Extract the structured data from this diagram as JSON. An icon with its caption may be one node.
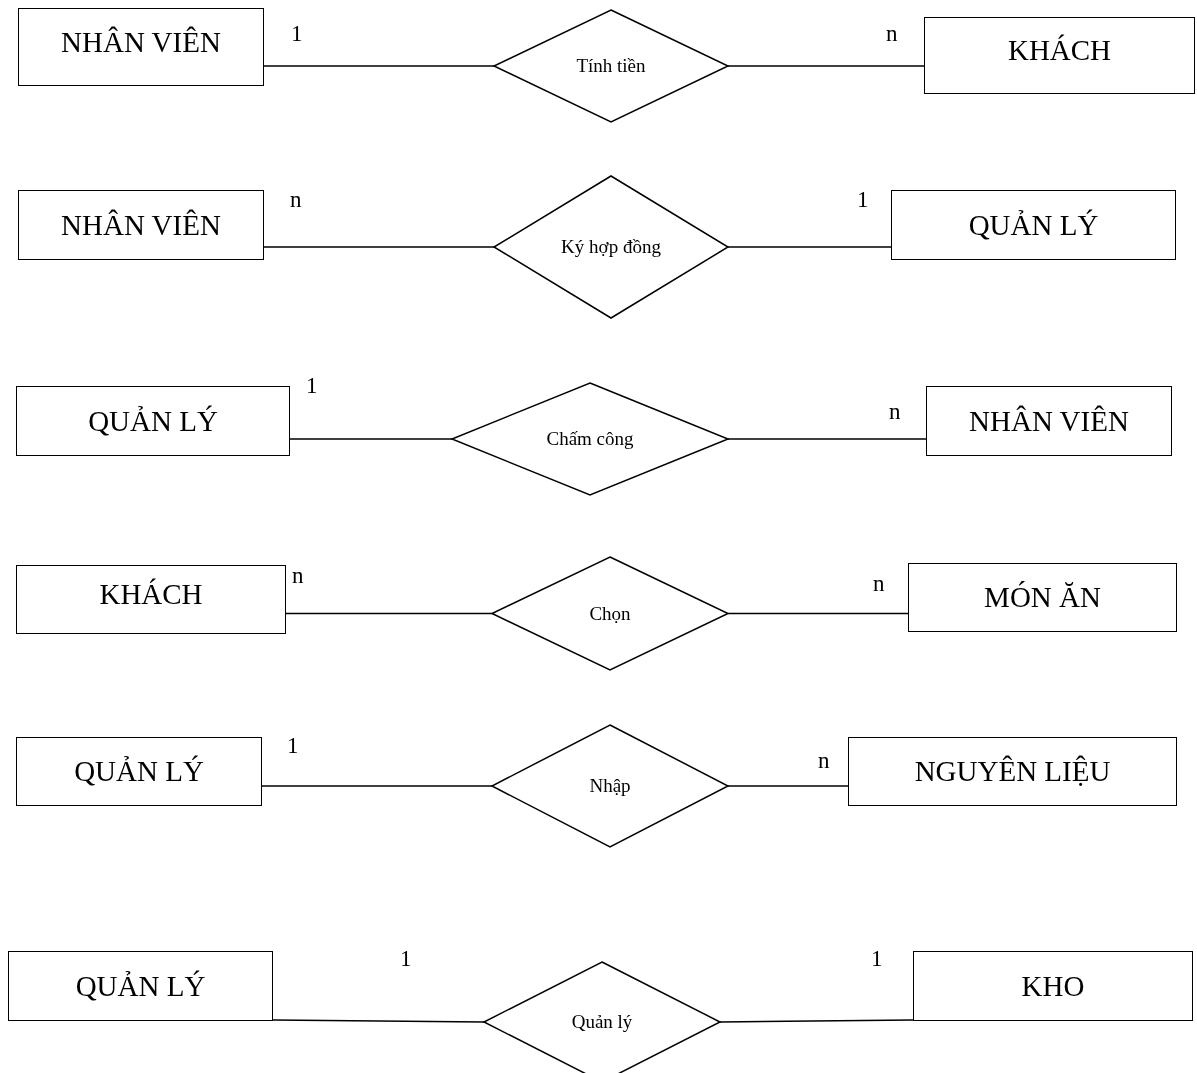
{
  "diagram": {
    "nodes": [
      {
        "text": [
          "NHÂN VIÊN"
        ]
      },
      {
        "text": [
          "Tính tiền"
        ]
      },
      {
        "text": [
          "KHÁCH"
        ]
      },
      {
        "text": [
          "NHÂN VIÊN"
        ]
      },
      {
        "text": [
          "Ký hợp đồng"
        ]
      },
      {
        "text": [
          "QUẢN LÝ"
        ]
      },
      {
        "text": [
          "QUẢN LÝ"
        ]
      },
      {
        "text": [
          "Chấm công"
        ]
      },
      {
        "text": [
          "NHÂN VIÊN"
        ]
      },
      {
        "text": [
          "KHÁCH"
        ]
      },
      {
        "text": [
          "Chọn"
        ]
      },
      {
        "text": [
          "MÓN ĂN"
        ]
      },
      {
        "text": [
          "QUẢN LÝ"
        ]
      },
      {
        "text": [
          "Nhập"
        ]
      },
      {
        "text": [
          "NGUYÊN LIỆU"
        ]
      },
      {
        "text": [
          "QUẢN LÝ"
        ]
      },
      {
        "text": [
          "Quản lý"
        ]
      },
      {
        "text": [
          "KHO"
        ]
      }
    ],
    "edges": [
      {
        "from": 0,
        "to": 1,
        "arrow": "none"
      },
      {
        "from": 1,
        "to": 2,
        "arrow": "none"
      },
      {
        "from": 3,
        "to": 4,
        "arrow": "none"
      },
      {
        "from": 4,
        "to": 5,
        "arrow": "none"
      },
      {
        "from": 6,
        "to": 7,
        "arrow": "none"
      },
      {
        "from": 7,
        "to": 8,
        "arrow": "none"
      },
      {
        "from": 9,
        "to": 10,
        "arrow": "none"
      },
      {
        "from": 10,
        "to": 11,
        "arrow": "none"
      },
      {
        "from": 12,
        "to": 13,
        "arrow": "none"
      },
      {
        "from": 13,
        "to": 14,
        "arrow": "none"
      },
      {
        "from": 15,
        "to": 16,
        "arrow": "none"
      },
      {
        "from": 16,
        "to": 17,
        "arrow": "none"
      }
    ],
    "labels": [
      "1",
      "n",
      "n",
      "1",
      "1",
      "n",
      "n",
      "n",
      "1",
      "n",
      "1",
      "1"
    ]
  }
}
